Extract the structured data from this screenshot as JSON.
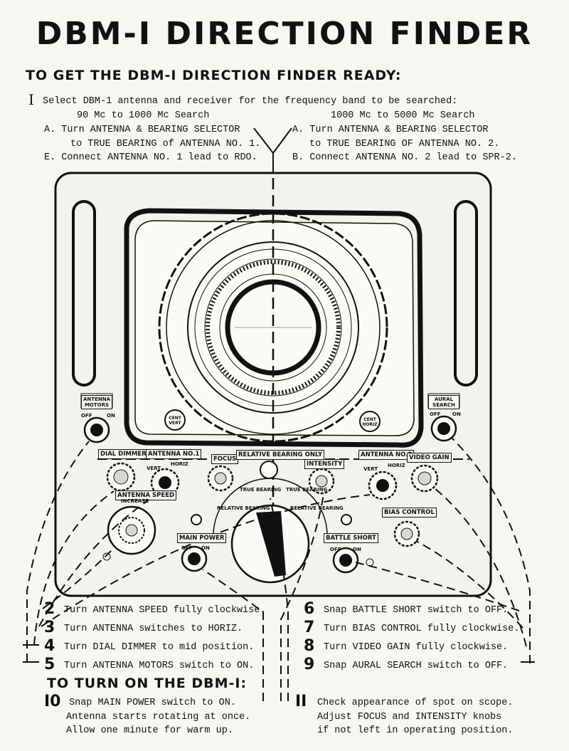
{
  "title": "DBM-I DIRECTION FINDER",
  "section_ready": "TO GET THE DBM-I DIRECTION FINDER READY:",
  "step1": {
    "num": "I",
    "text": "Select DBM-1 antenna and receiver for the frequency band to be searched:",
    "left": {
      "band": "90 Mc to 1000 Mc Search",
      "a": "A. Turn ANTENNA & BEARING SELECTOR",
      "a2": "to TRUE BEARING of ANTENNA NO. 1.",
      "e": "E. Connect ANTENNA NO. 1 lead to RDO."
    },
    "right": {
      "band": "1000 Mc to 5000 Mc Search",
      "a": "A. Turn ANTENNA & BEARING SELECTOR",
      "a2": "to TRUE BEARING OF ANTENNA NO. 2.",
      "b": "B. Connect ANTENNA NO. 2 lead to SPR-2."
    }
  },
  "panel_labels": {
    "antenna_motors": "ANTENNA MOTORS",
    "off": "OFF",
    "on": "ON",
    "cent_vert": "CENT VERT",
    "cent_horiz": "CENT HORIZ",
    "aural_search": "AURAL SEARCH",
    "dial_dimmer": "DIAL DIMMER",
    "antenna_no1": "ANTENNA NO.1",
    "vert": "VERT",
    "horiz": "HORIZ",
    "focus": "FOCUS",
    "relative_bearing_only": "RELATIVE BEARING ONLY",
    "intensity": "INTENSITY",
    "antenna_no2": "ANTENNA NO.2",
    "video_gain": "VIDEO GAIN",
    "antenna_speed": "ANTENNA SPEED",
    "increase": "INCREASE",
    "true_bearing": "TRUE BEARING",
    "relative_bearing": "RELATIVE BEARING",
    "bias_control": "BIAS CONTROL",
    "main_power": "MAIN POWER",
    "battle_short": "BATTLE SHORT"
  },
  "steps_left": [
    {
      "num": "2",
      "text": "Turn ANTENNA SPEED fully clockwise."
    },
    {
      "num": "3",
      "text": "Turn ANTENNA switches to HORIZ."
    },
    {
      "num": "4",
      "text": "Turn DIAL DIMMER to mid position."
    },
    {
      "num": "5",
      "text": "Turn ANTENNA MOTORS switch to ON."
    }
  ],
  "steps_right": [
    {
      "num": "6",
      "text": "Snap BATTLE SHORT switch to OFF."
    },
    {
      "num": "7",
      "text": "Turn BIAS CONTROL fully clockwise."
    },
    {
      "num": "8",
      "text": "Turn VIDEO GAIN fully clockwise."
    },
    {
      "num": "9",
      "text": "Snap AURAL SEARCH switch to OFF."
    }
  ],
  "section_turn_on": "TO TURN ON THE DBM-I:",
  "step10": {
    "num": "I0",
    "line1": "Snap MAIN POWER switch to ON.",
    "line2": "Antenna starts rotating at once.",
    "line3": "Allow one minute for warm up."
  },
  "step11": {
    "num": "II",
    "line1": "Check appearance of spot on scope.",
    "line2": "Adjust FOCUS and INTENSITY knobs",
    "line3": "if not left in operating position."
  }
}
